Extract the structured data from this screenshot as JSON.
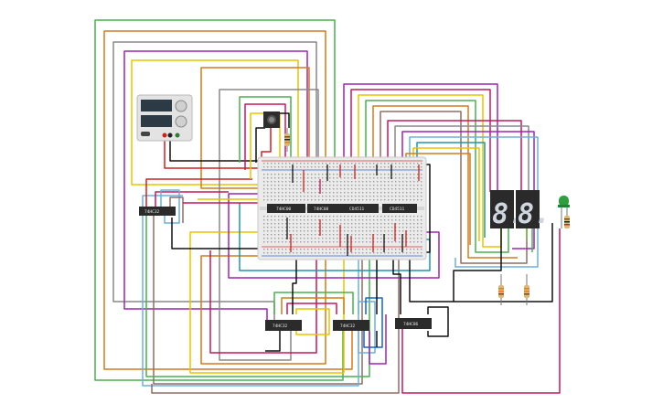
{
  "canvas": {
    "background": "#ffffff",
    "wire_colors": [
      "#4caf50",
      "#d27c1f",
      "#9c27b0",
      "#e8c400",
      "#888888",
      "#c2185b",
      "#1565c0",
      "#2196a8",
      "#8d6e63",
      "#111111",
      "#cc2222",
      "#6ab0de",
      "#7cb342"
    ]
  },
  "components": {
    "power_supply": {
      "icon": "bench-power-supply-icon"
    },
    "breadboard": {
      "icon": "breadboard-icon"
    },
    "pushbutton": {
      "icon": "pushbutton-icon"
    },
    "led": {
      "icon": "green-led-icon",
      "color": "#2e9e3e"
    },
    "display_left": {
      "icon": "seven-segment-display-icon",
      "text": "8.",
      "segment_color": "#cfd6df"
    },
    "display_right": {
      "icon": "seven-segment-display-icon",
      "text": "8.",
      "segment_color": "#cfd6df"
    },
    "chips": [
      {
        "icon": "ic-chip-icon",
        "label": "74HC00"
      },
      {
        "icon": "ic-chip-icon",
        "label": "74HC08"
      },
      {
        "icon": "ic-chip-icon",
        "label": "CD4511"
      },
      {
        "icon": "ic-chip-icon",
        "label": "CD4511"
      },
      {
        "icon": "ic-chip-icon",
        "label": "74HC32"
      },
      {
        "icon": "ic-chip-icon",
        "label": "74HC32"
      },
      {
        "icon": "ic-chip-icon",
        "label": "74HC32"
      },
      {
        "icon": "ic-chip-icon",
        "label": "74HC86"
      }
    ]
  }
}
